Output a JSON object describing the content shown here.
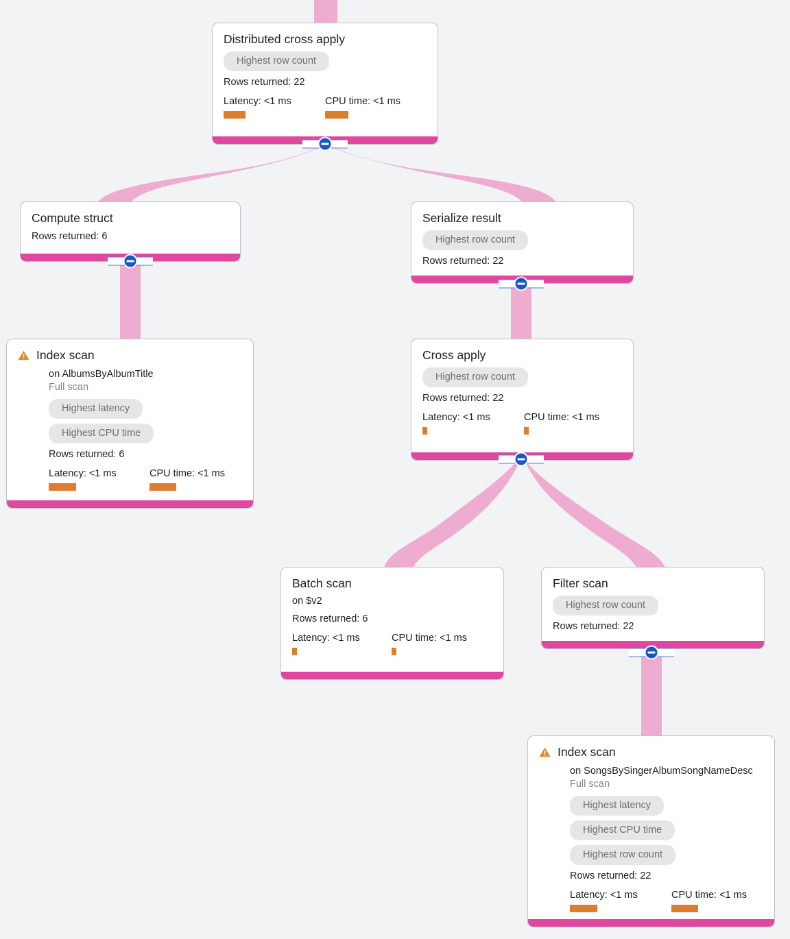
{
  "theme": {
    "background": "#f1f3f4",
    "accent_pink": "#e0479e",
    "edge_pink": "#eeacd0",
    "metric_orange": "#dc7e2e",
    "badge_bg": "#e6e6e6",
    "badge_text": "#707070",
    "toggle_blue": "#1a56c4",
    "warning_orange": "#e08a2e"
  },
  "labels": {
    "rows_returned_prefix": "Rows returned:",
    "latency_prefix": "Latency:",
    "cpu_prefix": "CPU time:",
    "on_prefix": "on",
    "collapse_icon": "minus-circle-icon",
    "warning_icon": "warning-triangle-icon"
  },
  "nodes": [
    {
      "id": "distributed-cross-apply",
      "title": "Distributed cross apply",
      "badges": [
        "Highest row count"
      ],
      "rows_returned": "Rows returned: 22",
      "latency": "Latency: <1 ms",
      "cpu_time": "CPU time: <1 ms",
      "has_warning": false,
      "has_toggle": true
    },
    {
      "id": "compute-struct",
      "title": "Compute struct",
      "badges": [],
      "rows_returned": "Rows returned: 6",
      "has_warning": false,
      "has_toggle": true
    },
    {
      "id": "serialize-result",
      "title": "Serialize result",
      "badges": [
        "Highest row count"
      ],
      "rows_returned": "Rows returned: 22",
      "has_warning": false,
      "has_toggle": true
    },
    {
      "id": "index-scan-albums",
      "title": "Index scan",
      "target": "on AlbumsByAlbumTitle",
      "scan_type": "Full scan",
      "badges": [
        "Highest latency",
        "Highest CPU time"
      ],
      "rows_returned": "Rows returned: 6",
      "latency": "Latency: <1 ms",
      "cpu_time": "CPU time: <1 ms",
      "has_warning": true,
      "has_toggle": false
    },
    {
      "id": "cross-apply",
      "title": "Cross apply",
      "badges": [
        "Highest row count"
      ],
      "rows_returned": "Rows returned: 22",
      "latency": "Latency: <1 ms",
      "cpu_time": "CPU time: <1 ms",
      "has_warning": false,
      "has_toggle": true
    },
    {
      "id": "batch-scan",
      "title": "Batch scan",
      "target": "on $v2",
      "badges": [],
      "rows_returned": "Rows returned: 6",
      "latency": "Latency: <1 ms",
      "cpu_time": "CPU time: <1 ms",
      "has_warning": false,
      "has_toggle": false
    },
    {
      "id": "filter-scan",
      "title": "Filter scan",
      "badges": [
        "Highest row count"
      ],
      "rows_returned": "Rows returned: 22",
      "has_warning": false,
      "has_toggle": true
    },
    {
      "id": "index-scan-songs",
      "title": "Index scan",
      "target": "on SongsBySingerAlbumSongNameDesc",
      "scan_type": "Full scan",
      "badges": [
        "Highest latency",
        "Highest CPU time",
        "Highest row count"
      ],
      "rows_returned": "Rows returned: 22",
      "latency": "Latency: <1 ms",
      "cpu_time": "CPU time: <1 ms",
      "has_warning": true,
      "has_toggle": false
    }
  ]
}
